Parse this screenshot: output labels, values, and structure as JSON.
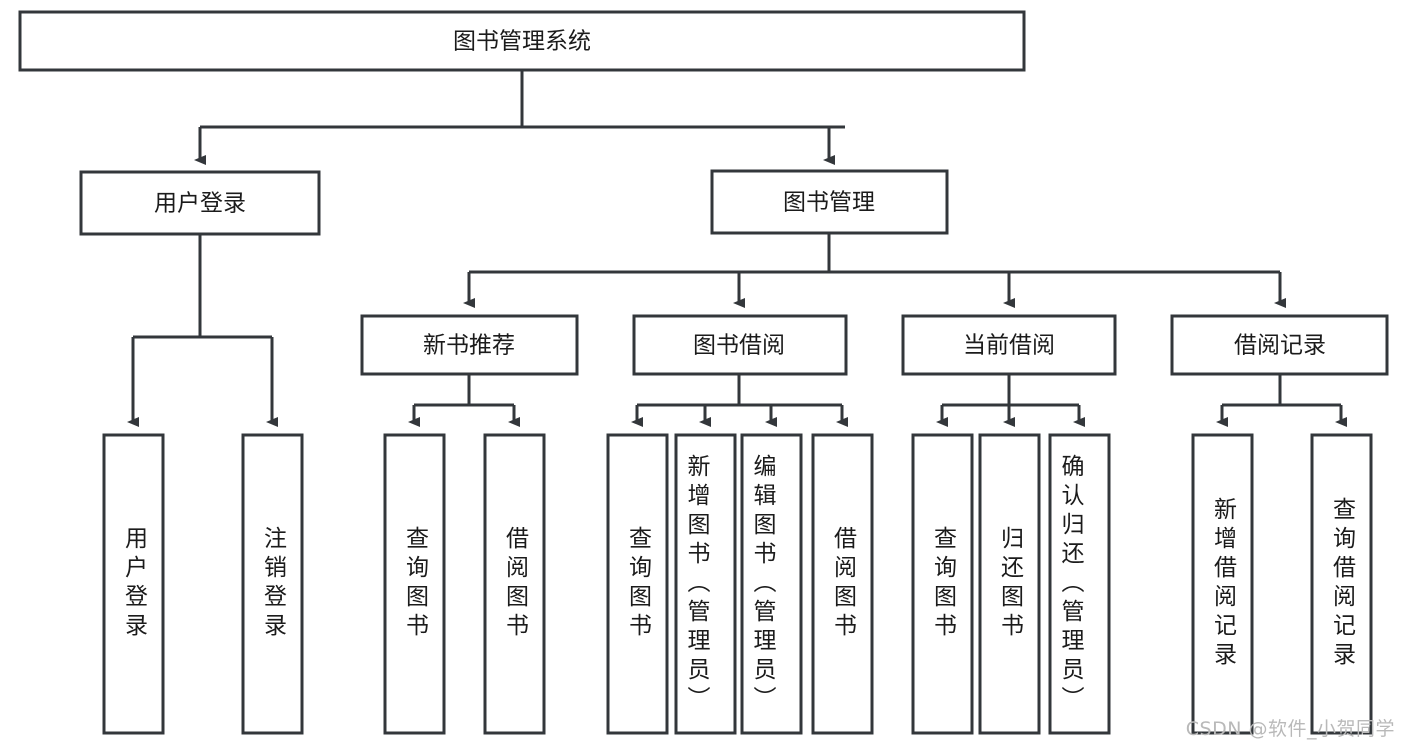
{
  "diagram": {
    "title": "图书管理系统",
    "type": "tree-hierarchy-chart",
    "orientation": "top-down",
    "colors": {
      "box_stroke": "#33373b",
      "box_fill": "#ffffff",
      "connector": "#33373b",
      "text": "#1b1b1b",
      "watermark": "#b9b9b9",
      "background": "#ffffff"
    },
    "root": {
      "label": "图书管理系统"
    },
    "level2": [
      {
        "label": "用户登录"
      },
      {
        "label": "图书管理"
      }
    ],
    "level3": [
      {
        "label": "新书推荐"
      },
      {
        "label": "图书借阅"
      },
      {
        "label": "当前借阅"
      },
      {
        "label": "借阅记录"
      }
    ],
    "leaves": {
      "user_login": [
        {
          "label": "用户登录"
        },
        {
          "label": "注销登录"
        }
      ],
      "new_book_recommend": [
        {
          "label": "查询图书"
        },
        {
          "label": "借阅图书"
        }
      ],
      "book_borrow": [
        {
          "label": "查询图书"
        },
        {
          "label": "新增图书（管理员）"
        },
        {
          "label": "编辑图书（管理员）"
        },
        {
          "label": "借阅图书"
        }
      ],
      "current_borrow": [
        {
          "label": "查询图书"
        },
        {
          "label": "归还图书"
        },
        {
          "label": "确认归还（管理员）"
        }
      ],
      "borrow_record": [
        {
          "label": "新增借阅记录"
        },
        {
          "label": "查询借阅记录"
        }
      ]
    }
  },
  "watermark": {
    "text": "CSDN @软件_小贺同学"
  }
}
